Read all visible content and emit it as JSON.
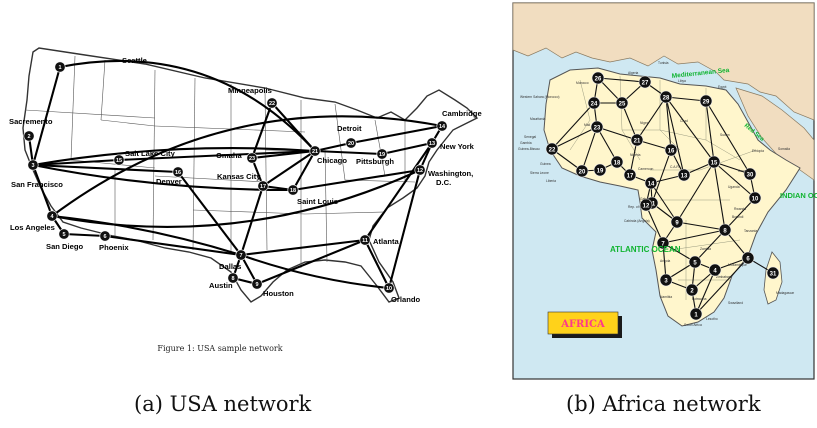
{
  "usa": {
    "figure_caption": "Figure 1: USA sample network",
    "nodes": [
      {
        "id": 1,
        "label": "Seattle"
      },
      {
        "id": 2,
        "label": "Sacremento"
      },
      {
        "id": 3,
        "label": "San Francisco"
      },
      {
        "id": 4,
        "label": "Los Angeles"
      },
      {
        "id": 5,
        "label": "San Diego"
      },
      {
        "id": 6,
        "label": "Phoenix"
      },
      {
        "id": 7,
        "label": "Dallas"
      },
      {
        "id": 8,
        "label": "Austin"
      },
      {
        "id": 9,
        "label": "Houston"
      },
      {
        "id": 10,
        "label": "Orlando"
      },
      {
        "id": 11,
        "label": "Atlanta"
      },
      {
        "id": 12,
        "label": "Washington, D.C."
      },
      {
        "id": 13,
        "label": "New York"
      },
      {
        "id": 14,
        "label": "Cambridge"
      },
      {
        "id": 15,
        "label": "Salt Lake City"
      },
      {
        "id": 16,
        "label": "Denver"
      },
      {
        "id": 17,
        "label": "Kansas City"
      },
      {
        "id": 18,
        "label": "Saint Louis"
      },
      {
        "id": 19,
        "label": "Pittsburgh"
      },
      {
        "id": 20,
        "label": "Detroit"
      },
      {
        "id": 21,
        "label": "Chicago"
      },
      {
        "id": 22,
        "label": "Minneapolis"
      },
      {
        "id": 23,
        "label": "Omaha"
      }
    ],
    "edges": [
      [
        1,
        3
      ],
      [
        2,
        3
      ],
      [
        3,
        4
      ],
      [
        4,
        5
      ],
      [
        5,
        6
      ],
      [
        4,
        7
      ],
      [
        6,
        7
      ],
      [
        7,
        8
      ],
      [
        7,
        9
      ],
      [
        7,
        10
      ],
      [
        7,
        11
      ],
      [
        8,
        9
      ],
      [
        9,
        11
      ],
      [
        10,
        11
      ],
      [
        10,
        12
      ],
      [
        3,
        15
      ],
      [
        15,
        21
      ],
      [
        3,
        16
      ],
      [
        16,
        7
      ],
      [
        3,
        18
      ],
      [
        3,
        21
      ],
      [
        17,
        18
      ],
      [
        17,
        7
      ],
      [
        17,
        21
      ],
      [
        18,
        21
      ],
      [
        18,
        12
      ],
      [
        21,
        19
      ],
      [
        19,
        13
      ],
      [
        12,
        13
      ],
      [
        13,
        14
      ],
      [
        20,
        14
      ],
      [
        21,
        20
      ],
      [
        21,
        22
      ],
      [
        22,
        23
      ],
      [
        23,
        21
      ],
      [
        1,
        21
      ],
      [
        4,
        12
      ],
      [
        4,
        14
      ],
      [
        11,
        13
      ],
      [
        23,
        17
      ]
    ]
  },
  "africa": {
    "label_box": "AFRICA",
    "seas": [
      {
        "name": "ATLANTIC OCEAN"
      },
      {
        "name": "INDIAN OCEAN"
      },
      {
        "name": "Mediterranean Sea"
      },
      {
        "name": "Red Sea"
      }
    ],
    "country_labels": [
      "Morocco",
      "Algeria",
      "Tunisia",
      "Libya",
      "Egypt",
      "Western Sahara (Morocco)",
      "Mauritania",
      "Mali",
      "Niger",
      "Chad",
      "Sudan",
      "Ethiopia",
      "Somalia",
      "Senegal",
      "Gambia",
      "Guinea-Bissau",
      "Guinea",
      "Sierra Leone",
      "Liberia",
      "Nigeria",
      "Cameroon",
      "C.A.R.",
      "Kenya",
      "Uganda",
      "Rwanda",
      "Burundi",
      "Tanzania",
      "Angola",
      "Zambia",
      "Zimbabwe",
      "Mozambique",
      "Botswana",
      "Namibia",
      "South Africa",
      "Madagascar",
      "Gabon",
      "Rep. of the Congo",
      "Cabinda (Angola)",
      "Lesotho",
      "Swaziland"
    ],
    "node_ids": [
      1,
      2,
      3,
      4,
      5,
      6,
      7,
      8,
      9,
      10,
      11,
      12,
      13,
      14,
      15,
      16,
      17,
      18,
      19,
      20,
      21,
      22,
      23,
      24,
      25,
      26,
      27,
      28,
      29,
      30,
      31
    ],
    "edges": [
      [
        1,
        2
      ],
      [
        1,
        4
      ],
      [
        1,
        6
      ],
      [
        2,
        3
      ],
      [
        2,
        4
      ],
      [
        2,
        5
      ],
      [
        3,
        5
      ],
      [
        3,
        7
      ],
      [
        4,
        5
      ],
      [
        4,
        6
      ],
      [
        5,
        7
      ],
      [
        5,
        8
      ],
      [
        6,
        8
      ],
      [
        6,
        31
      ],
      [
        7,
        8
      ],
      [
        7,
        9
      ],
      [
        7,
        12
      ],
      [
        8,
        9
      ],
      [
        8,
        10
      ],
      [
        8,
        15
      ],
      [
        9,
        11
      ],
      [
        9,
        14
      ],
      [
        9,
        15
      ],
      [
        10,
        15
      ],
      [
        10,
        30
      ],
      [
        11,
        12
      ],
      [
        11,
        14
      ],
      [
        11,
        16
      ],
      [
        12,
        14
      ],
      [
        13,
        14
      ],
      [
        13,
        15
      ],
      [
        13,
        16
      ],
      [
        13,
        28
      ],
      [
        14,
        17
      ],
      [
        15,
        30
      ],
      [
        15,
        28
      ],
      [
        15,
        29
      ],
      [
        16,
        21
      ],
      [
        16,
        28
      ],
      [
        17,
        18
      ],
      [
        17,
        21
      ],
      [
        18,
        19
      ],
      [
        18,
        23
      ],
      [
        19,
        20
      ],
      [
        20,
        22
      ],
      [
        20,
        23
      ],
      [
        21,
        23
      ],
      [
        21,
        25
      ],
      [
        21,
        28
      ],
      [
        22,
        23
      ],
      [
        22,
        24
      ],
      [
        23,
        24
      ],
      [
        24,
        25
      ],
      [
        24,
        26
      ],
      [
        25,
        26
      ],
      [
        25,
        27
      ],
      [
        26,
        27
      ],
      [
        27,
        28
      ],
      [
        28,
        29
      ],
      [
        29,
        30
      ]
    ]
  },
  "captions": {
    "a": "(a)  USA network",
    "b": "(b)  Africa network"
  }
}
